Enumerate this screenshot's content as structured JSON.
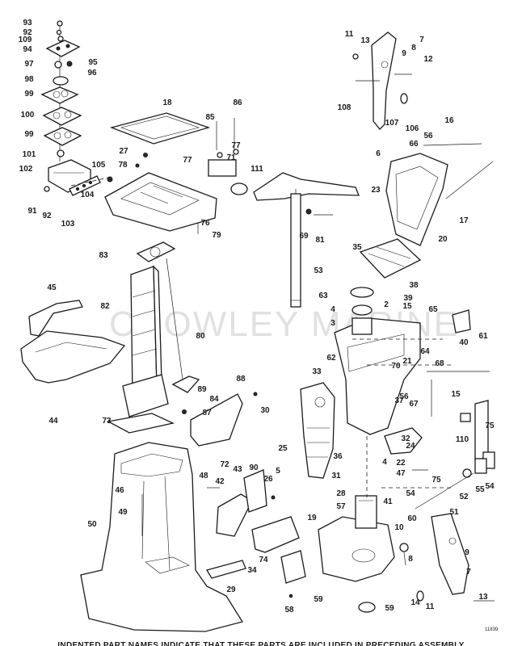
{
  "watermark": "CROWLEY MARINE",
  "figure_number": "11839",
  "footer_note": "INDENTED PART NAMES INDICATE THAT THESE PARTS ARE INCLUDED IN PRECEDING ASSEMBLY",
  "callouts": [
    "93",
    "92",
    "109",
    "94",
    "97",
    "95",
    "98",
    "96",
    "99",
    "100",
    "99",
    "101",
    "102",
    "91",
    "92",
    "103",
    "104",
    "105",
    "18",
    "27",
    "78",
    "85",
    "86",
    "77",
    "77",
    "71",
    "111",
    "76",
    "79",
    "83",
    "45",
    "82",
    "80",
    "44",
    "73",
    "89",
    "84",
    "87",
    "88",
    "72",
    "11",
    "13",
    "9",
    "8",
    "7",
    "12",
    "108",
    "107",
    "106",
    "6",
    "56",
    "66",
    "16",
    "23",
    "17",
    "20",
    "69",
    "81",
    "53",
    "35",
    "63",
    "4",
    "3",
    "38",
    "39",
    "2",
    "15",
    "65",
    "61",
    "40",
    "62",
    "70",
    "64",
    "68",
    "21",
    "33",
    "15",
    "37",
    "67",
    "56",
    "30",
    "25",
    "24",
    "32",
    "36",
    "4",
    "31",
    "110",
    "75",
    "75",
    "22",
    "47",
    "52",
    "55",
    "54",
    "54",
    "51",
    "50",
    "46",
    "49",
    "48",
    "42",
    "43",
    "90",
    "26",
    "5",
    "19",
    "74",
    "34",
    "29",
    "28",
    "57",
    "41",
    "59",
    "58",
    "59",
    "60",
    "9",
    "10",
    "8",
    "7",
    "14",
    "11",
    "13",
    "12"
  ]
}
